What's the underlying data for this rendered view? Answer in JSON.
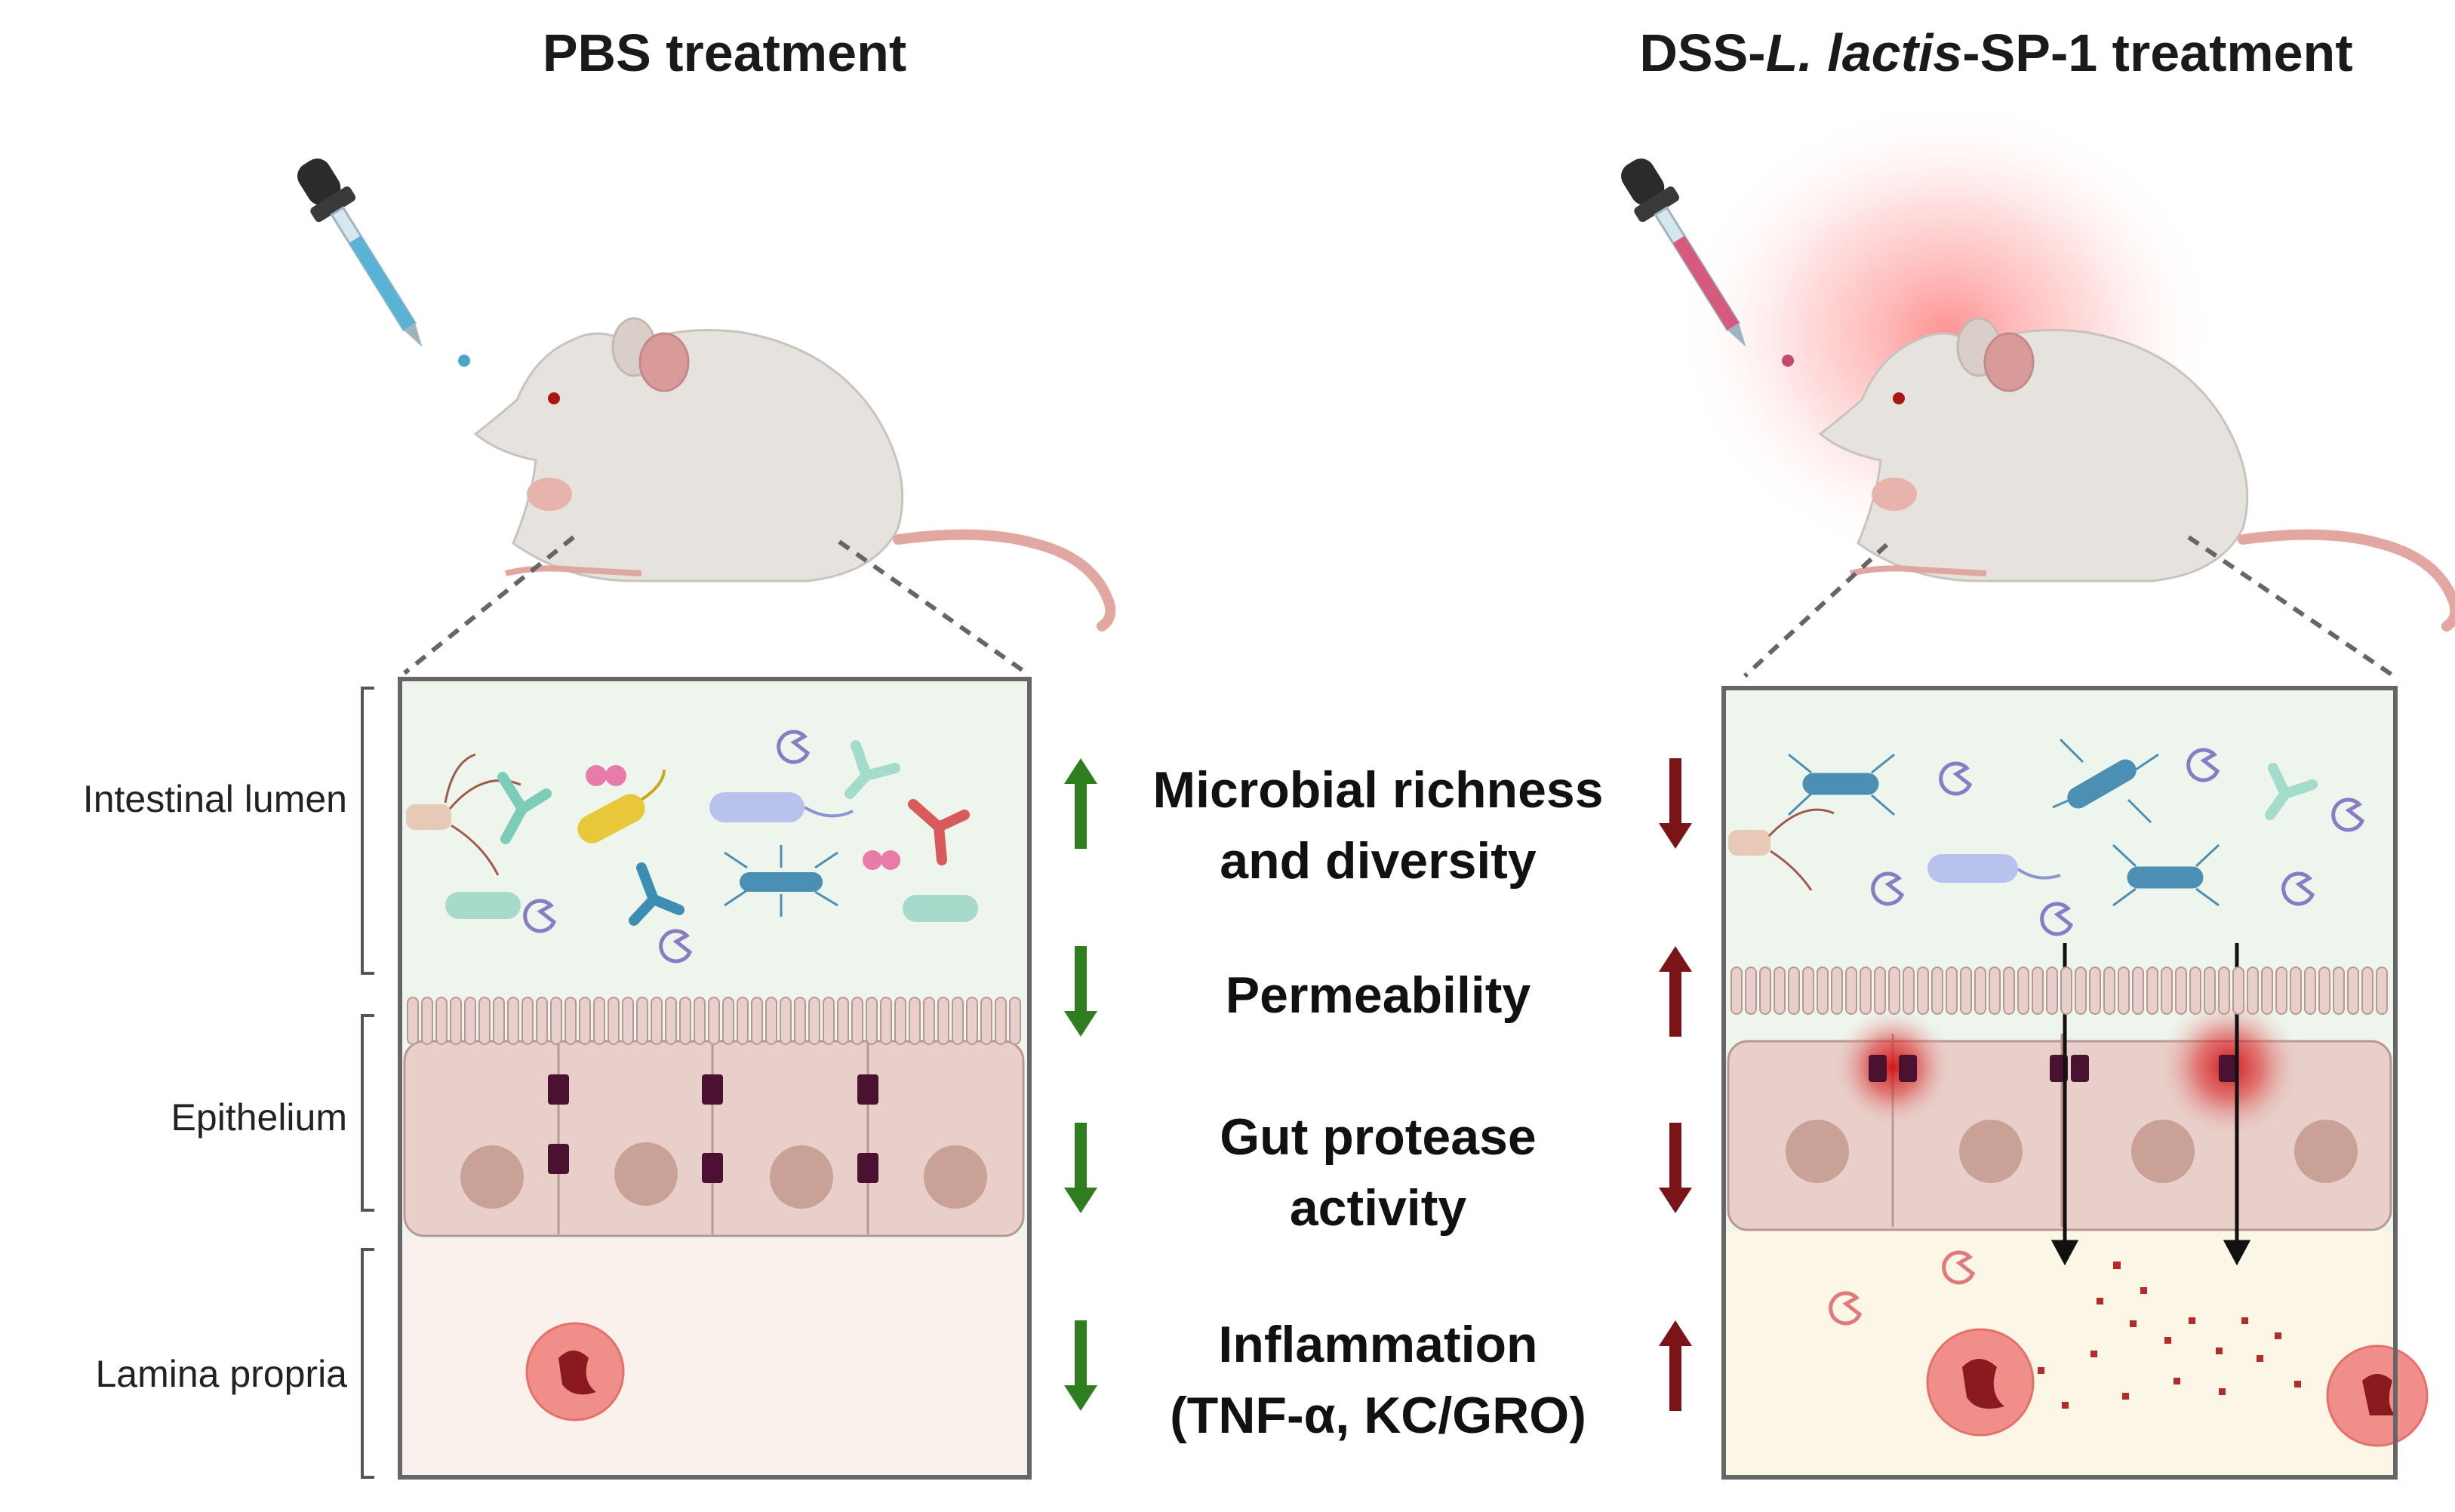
{
  "titles": {
    "left": "PBS treatment",
    "right_prefix": "DSS-",
    "right_italic": "L. lactis",
    "right_suffix": "-SP-1 treatment"
  },
  "layers": {
    "lumen": "Intestinal lumen",
    "epithelium": "Epithelium",
    "lamina": "Lamina propria"
  },
  "effects": [
    {
      "line1": "Microbial richness",
      "line2": "and diversity",
      "left_arrow": "up",
      "right_arrow": "down"
    },
    {
      "line1": "Permeability",
      "line2": "",
      "left_arrow": "down",
      "right_arrow": "up"
    },
    {
      "line1": "Gut protease",
      "line2": "activity",
      "left_arrow": "down",
      "right_arrow": "down"
    },
    {
      "line1": "Inflammation",
      "line2": "(TNF-α, KC/GRO)",
      "left_arrow": "down",
      "right_arrow": "up"
    }
  ],
  "colors": {
    "green_arrow": "#2e7d1e",
    "red_arrow": "#7a1418",
    "lumen_bg": "#eef5ec",
    "epithelium_bg": "#e8cfc9",
    "lamina_bg_left": "#fbf1ec",
    "lamina_bg_right": "#fbf6e6",
    "inflammation_red": "#c81e1e"
  }
}
